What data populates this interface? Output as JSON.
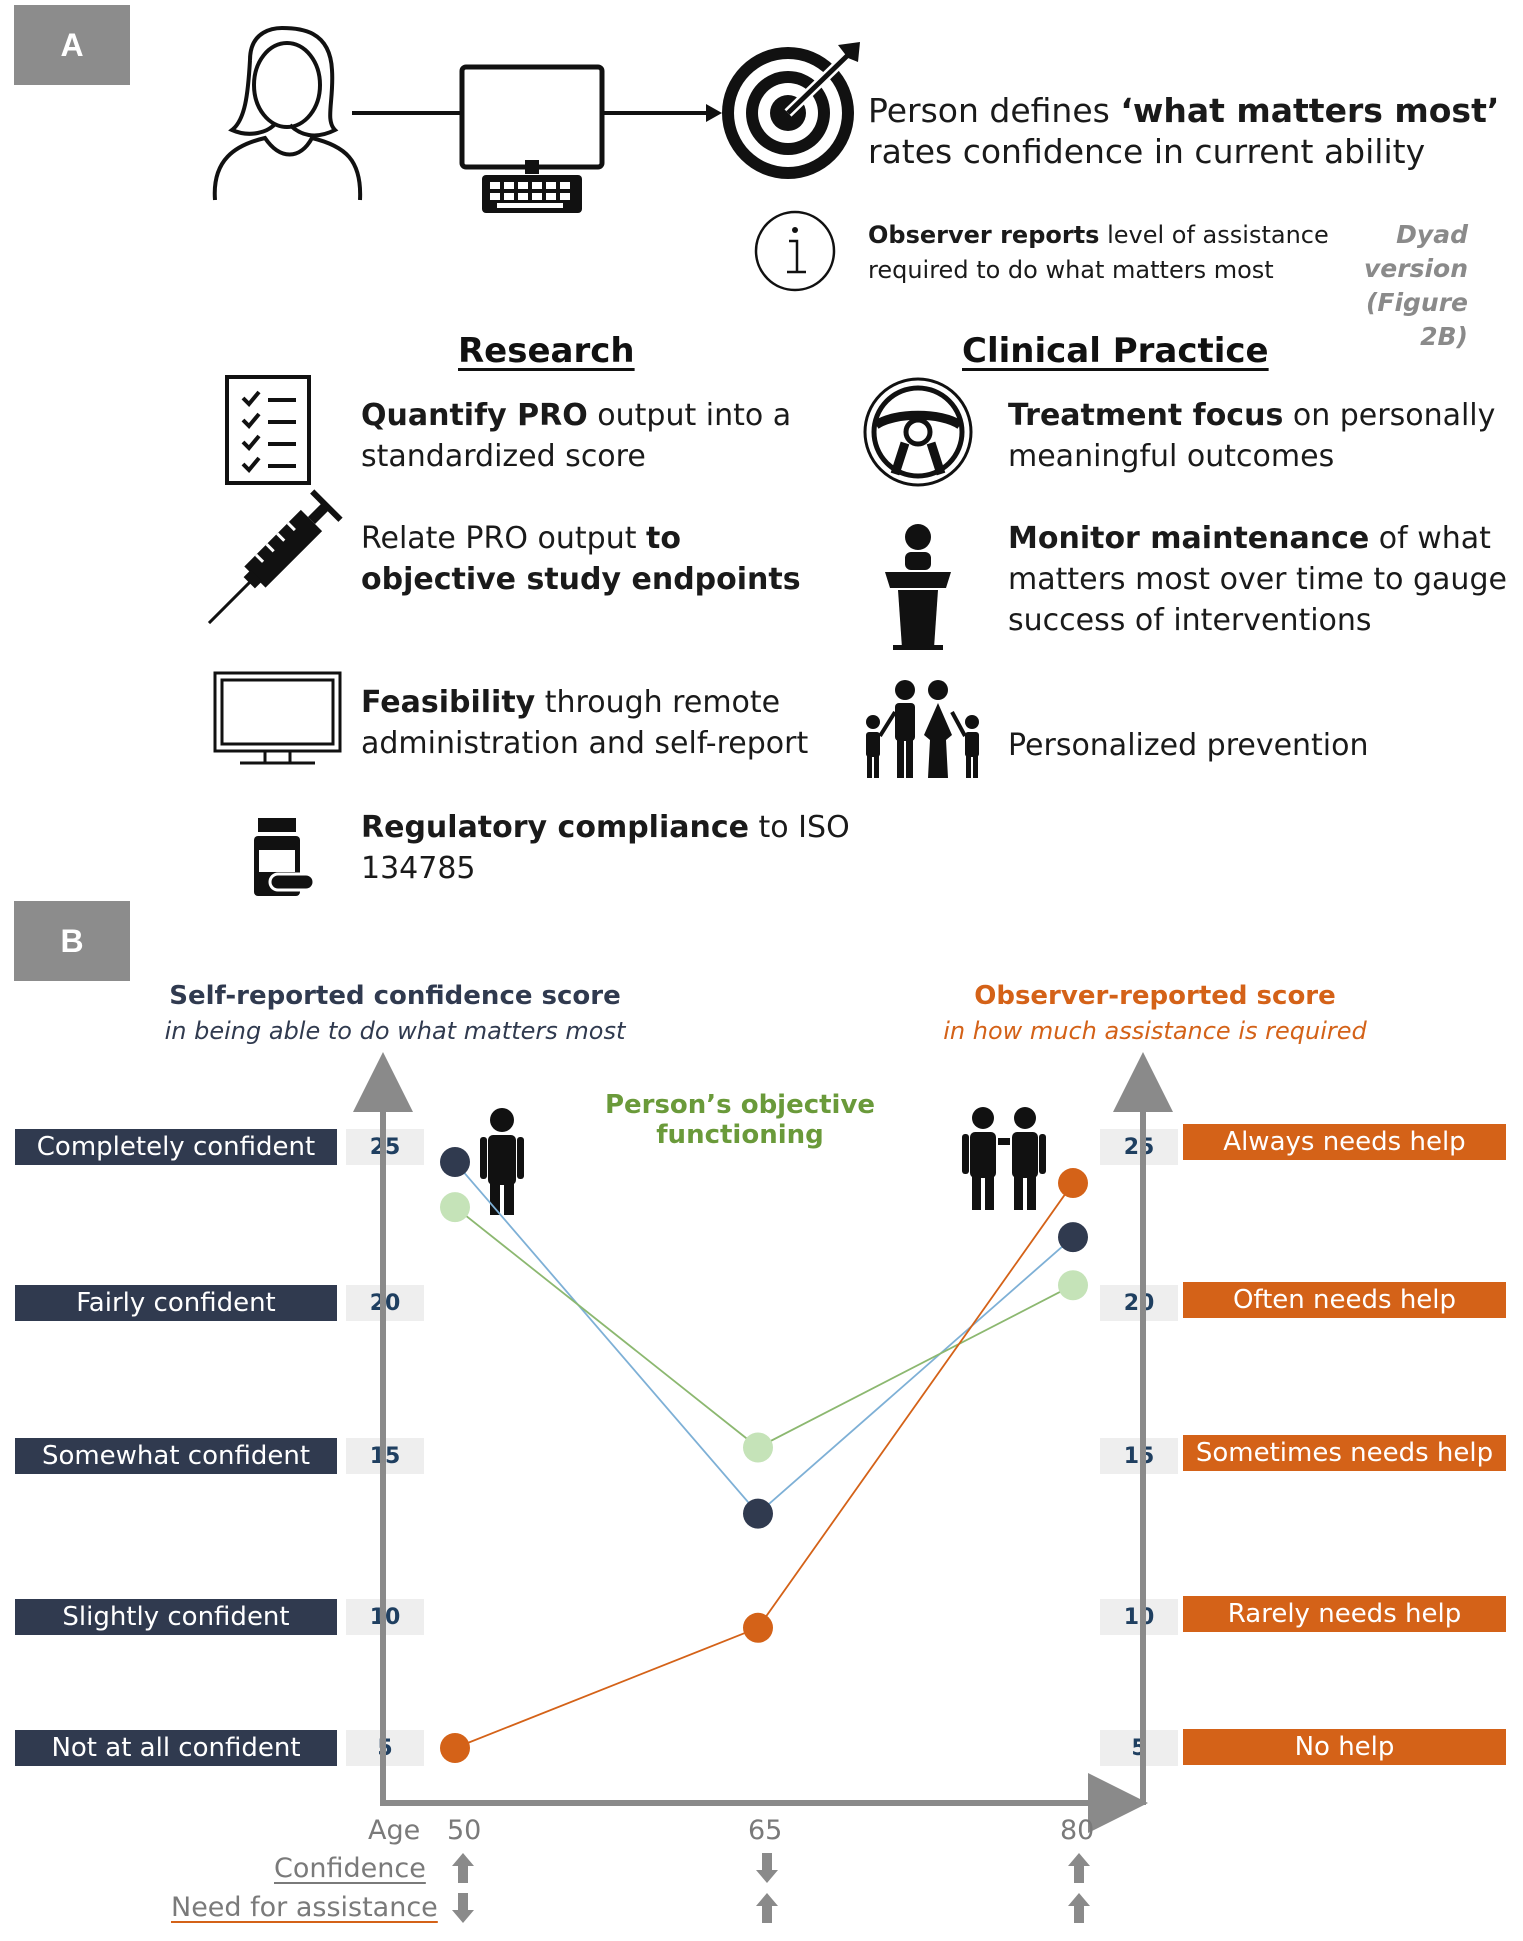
{
  "panel_a": {
    "tag": "A",
    "person_defines": {
      "prefix": "Person defines ",
      "bold": "‘what matters most’",
      "line2": "rates confidence in current ability"
    },
    "observer": {
      "bold": "Observer reports",
      "rest": " level of assistance",
      "line2": "required to do what matters most"
    },
    "dyad": {
      "line1": "Dyad version",
      "line2": "(Figure 2B)"
    },
    "research": {
      "heading": "Research",
      "items": [
        {
          "bold": "Quantify PRO",
          "rest": " output into a",
          "line2": "standardized score",
          "icon": "checklist-icon"
        },
        {
          "pre": "Relate PRO output ",
          "bold": "to",
          "line2_bold": "objective study endpoints",
          "icon": "syringe-icon"
        },
        {
          "bold": "Feasibility",
          "rest": " through remote",
          "line2": "administration and self-report",
          "icon": "monitor-icon"
        },
        {
          "bold": "Regulatory compliance",
          "rest": " to ISO",
          "line2": "134785",
          "icon": "pill-bottle-icon"
        }
      ]
    },
    "clinical": {
      "heading": "Clinical Practice",
      "items": [
        {
          "bold": "Treatment focus",
          "rest": " on personally",
          "line2": "meaningful outcomes",
          "icon": "steering-wheel-icon"
        },
        {
          "bold": "Monitor maintenance",
          "rest": " of what",
          "line2": "matters most over time to gauge",
          "line3": "success of interventions",
          "icon": "podium-icon"
        },
        {
          "text": "Personalized prevention",
          "icon": "family-icon"
        }
      ]
    }
  },
  "panel_b": {
    "tag": "B",
    "left_title": "Self-reported confidence score",
    "left_subtitle": "in being able to do what matters most",
    "right_title": "Observer-reported score",
    "right_subtitle": "in how much assistance is required",
    "center_title": "Person’s objective functioning",
    "left_levels": [
      "Completely confident",
      "Fairly confident",
      "Somewhat confident",
      "Slightly confident",
      "Not at all confident"
    ],
    "right_levels": [
      "Always needs help",
      "Often needs help",
      "Sometimes needs help",
      "Rarely needs help",
      "No help"
    ],
    "age_label": "Age",
    "row_confidence": "Confidence",
    "row_assistance": "Need for assistance",
    "colors": {
      "self": "#303a4f",
      "observer": "#d46218",
      "objective": "#c5e3b8",
      "objective_title": "#6a9a3a",
      "self_line": "#7eb0d6"
    }
  },
  "chart_data": {
    "type": "line",
    "x": [
      50,
      65,
      80
    ],
    "xlabel": "Age",
    "y_ticks": [
      25,
      20,
      15,
      10,
      5
    ],
    "ylim": [
      3,
      29
    ],
    "series": [
      {
        "name": "Self-reported confidence score",
        "values": [
          24.5,
          12.8,
          22.0
        ]
      },
      {
        "name": "Person’s objective functioning",
        "values": [
          23.0,
          15.0,
          20.4
        ]
      },
      {
        "name": "Observer-reported score",
        "values": [
          5.0,
          9.0,
          23.8
        ]
      }
    ],
    "confidence_arrows": [
      "up",
      "down",
      "up"
    ],
    "assistance_arrows": [
      "down",
      "up",
      "up"
    ]
  }
}
